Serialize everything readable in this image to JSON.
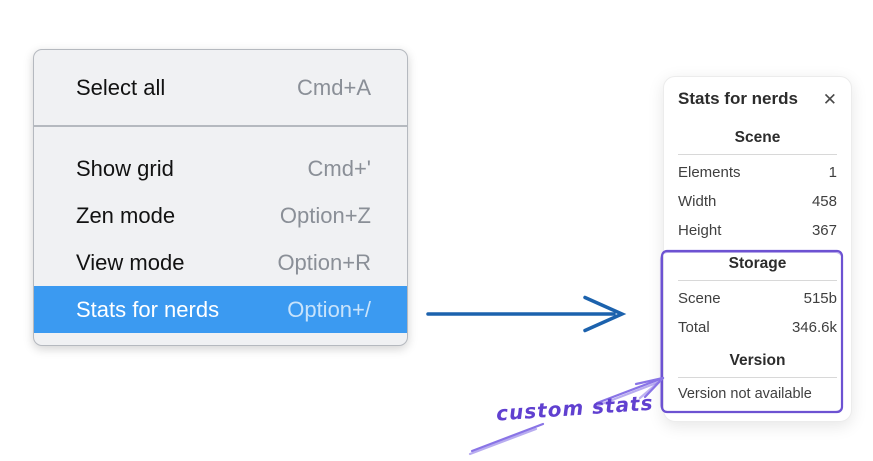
{
  "context_menu": {
    "sections": [
      {
        "items": [
          {
            "label": "Select all",
            "shortcut": "Cmd+A"
          }
        ]
      },
      {
        "items": [
          {
            "label": "Show grid",
            "shortcut": "Cmd+'"
          },
          {
            "label": "Zen mode",
            "shortcut": "Option+Z"
          },
          {
            "label": "View mode",
            "shortcut": "Option+R"
          },
          {
            "label": "Stats for nerds",
            "shortcut": "Option+/"
          }
        ]
      }
    ],
    "highlighted_item": "Stats for nerds",
    "highlight_color": "#3b9af1"
  },
  "stats_panel": {
    "title": "Stats for nerds",
    "close_icon": "✕",
    "scene_section": {
      "heading": "Scene",
      "rows": [
        {
          "label": "Elements",
          "value": "1"
        },
        {
          "label": "Width",
          "value": "458"
        },
        {
          "label": "Height",
          "value": "367"
        }
      ]
    },
    "storage_section": {
      "heading": "Storage",
      "rows": [
        {
          "label": "Scene",
          "value": "515b"
        },
        {
          "label": "Total",
          "value": "346.6k"
        }
      ]
    },
    "version_section": {
      "heading": "Version",
      "note": "Version not available"
    }
  },
  "annotations": {
    "custom_stats_label": "custom stats",
    "blue_arrow_color": "#1c62ad",
    "purple_color": "#6d52d2",
    "purple_arrow_color": "#8974e6"
  }
}
